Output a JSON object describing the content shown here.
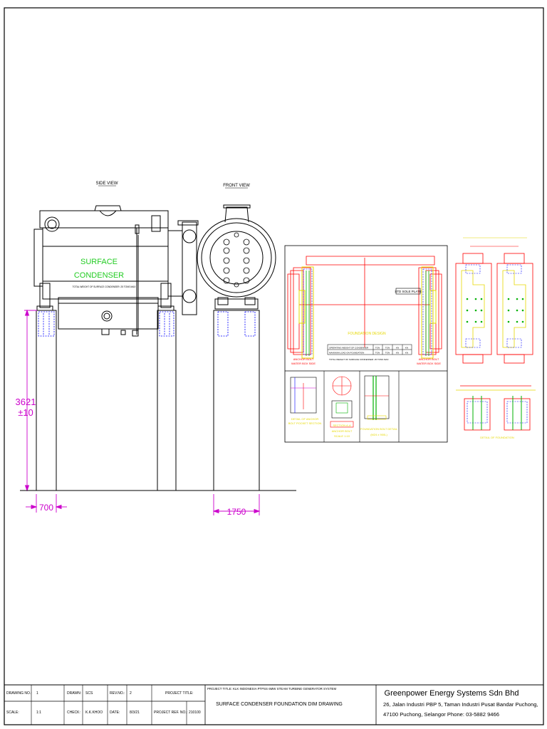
{
  "views": {
    "side_view_label": "SIDE VIEW",
    "front_view_label": "FRONT VIEW"
  },
  "vessel": {
    "label_line1": "SURFACE",
    "label_line2": "CONDENSER",
    "weight_note": "TOTAL WEIGHT OF SURFACE CONDENSER: 25 TONS MAX"
  },
  "dimensions": {
    "height_value": "3621",
    "height_tol": "±10",
    "pedestal_width": "700",
    "front_width": "1750"
  },
  "detail_sheet": {
    "left_anchor_label_1": "ANCHOR BOLT",
    "left_anchor_label_2": "WATER BOX SIDE",
    "right_anchor_label_1": "ANCHOR BOLT",
    "right_anchor_label_2": "WATER BOX SIDE",
    "slide_plate_label": "STD SOLE PLATE",
    "table_title": "FOUNDATION DESIGN",
    "table_rows": [
      [
        "OPERATING WEIGHT OF CONDENSER",
        "TON",
        "TON",
        "KN",
        "KN"
      ],
      [
        "MAXIMUM LOAD ON FOUNDATION",
        "TON",
        "TON",
        "KN",
        "KN"
      ]
    ],
    "table_note": "TOTAL WEIGHT OF SURFACE CONDENSER: 25 TONS MAX",
    "detail_1_label_1": "DETAIL OF ANCHOR",
    "detail_1_label_2": "BOLT POCKET SECTION",
    "detail_2_label_1": "SECTION A-A",
    "detail_2_label_2": "ANCHOR BOLT",
    "detail_2_label_3": "SCALE 1:10",
    "detail_3_label_1": "FOUNDATION BOLT DETAIL",
    "detail_3_label_2": "(M24 x 900L)",
    "right_detail_label": "DETAIL OF FOUNDATION"
  },
  "title_block": {
    "drawing_no_label": "DRAWING NO.:",
    "drawing_no_value": "1",
    "drawn_label": "DRAWN:",
    "drawn_value": "SCS",
    "rev_label": "REV.NO.:",
    "rev_value": "2",
    "project_title_label": "PROJECT TITLE:",
    "project_title_full": "PROJECT TITLE: KLK INDONESIA PTPSS 6MW STEAM TURBINE GENERATOR SYSTEM",
    "drawing_title": "SURFACE CONDENSER FOUNDATION DIM DRAWING",
    "scale_label": "SCALE:",
    "scale_value": "1:1",
    "check_label": "CHECK:",
    "check_value": "K.K.KHOO",
    "date_label": "DATE:",
    "date_value": "8/3/21",
    "project_ref_label": "PROJECT REF. NO.:",
    "project_ref_value": "210100",
    "company_name": "Greenpower Energy Systems Sdn Bhd",
    "address_line1": "26, Jalan Industri PBP 5, Taman Industri Pusat Bandar Puchong,",
    "address_line2": "47100 Puchong, Selangor Phone: 03-5882 9466"
  },
  "colors": {
    "line": "#000000",
    "condenser_label": "#22cc22",
    "dimension": "#cc00cc",
    "red": "#ff0000",
    "blue": "#0000ff",
    "yellow": "#e6d800",
    "green": "#00b000"
  }
}
